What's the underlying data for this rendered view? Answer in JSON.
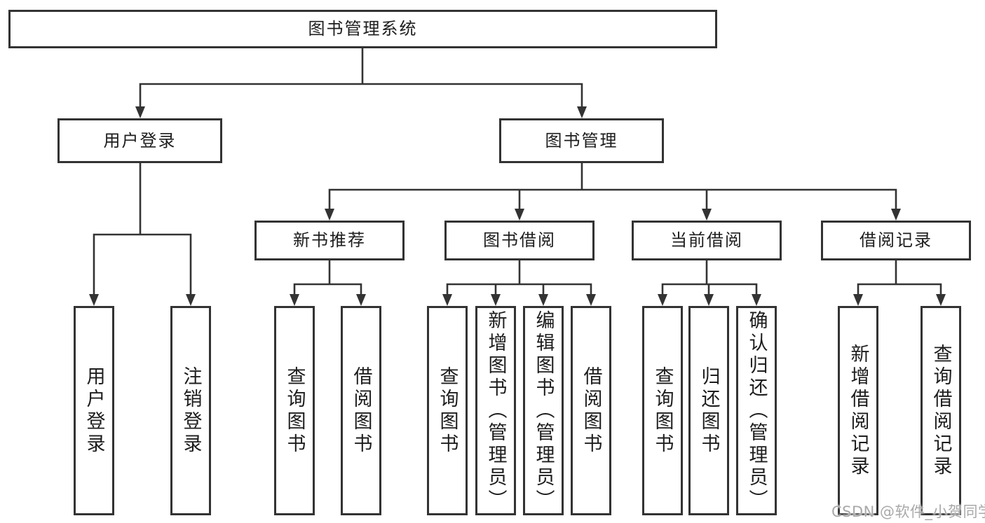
{
  "watermark": "CSDN @软件_小贺同学",
  "colors": {
    "line": "#333333",
    "box_border": "#333333",
    "box_fill": "#ffffff",
    "text": "#1d1d1d",
    "watermark": "#a9a9a9",
    "background": "#ffffff"
  },
  "tree": {
    "label": "图书管理系统",
    "children": [
      {
        "label": "用户登录",
        "children": [
          {
            "label": "用户登录"
          },
          {
            "label": "注销登录"
          }
        ]
      },
      {
        "label": "图书管理",
        "children": [
          {
            "label": "新书推荐",
            "children": [
              {
                "label": "查询图书"
              },
              {
                "label": "借阅图书"
              }
            ]
          },
          {
            "label": "图书借阅",
            "children": [
              {
                "label": "查询图书"
              },
              {
                "label": "新增图书（管理员）"
              },
              {
                "label": "编辑图书（管理员）"
              },
              {
                "label": "借阅图书"
              }
            ]
          },
          {
            "label": "当前借阅",
            "children": [
              {
                "label": "查询图书"
              },
              {
                "label": "归还图书"
              },
              {
                "label": "确认归还（管理员）"
              }
            ]
          },
          {
            "label": "借阅记录",
            "children": [
              {
                "label": "新增借阅记录"
              },
              {
                "label": "查询借阅记录"
              }
            ]
          }
        ]
      }
    ]
  }
}
